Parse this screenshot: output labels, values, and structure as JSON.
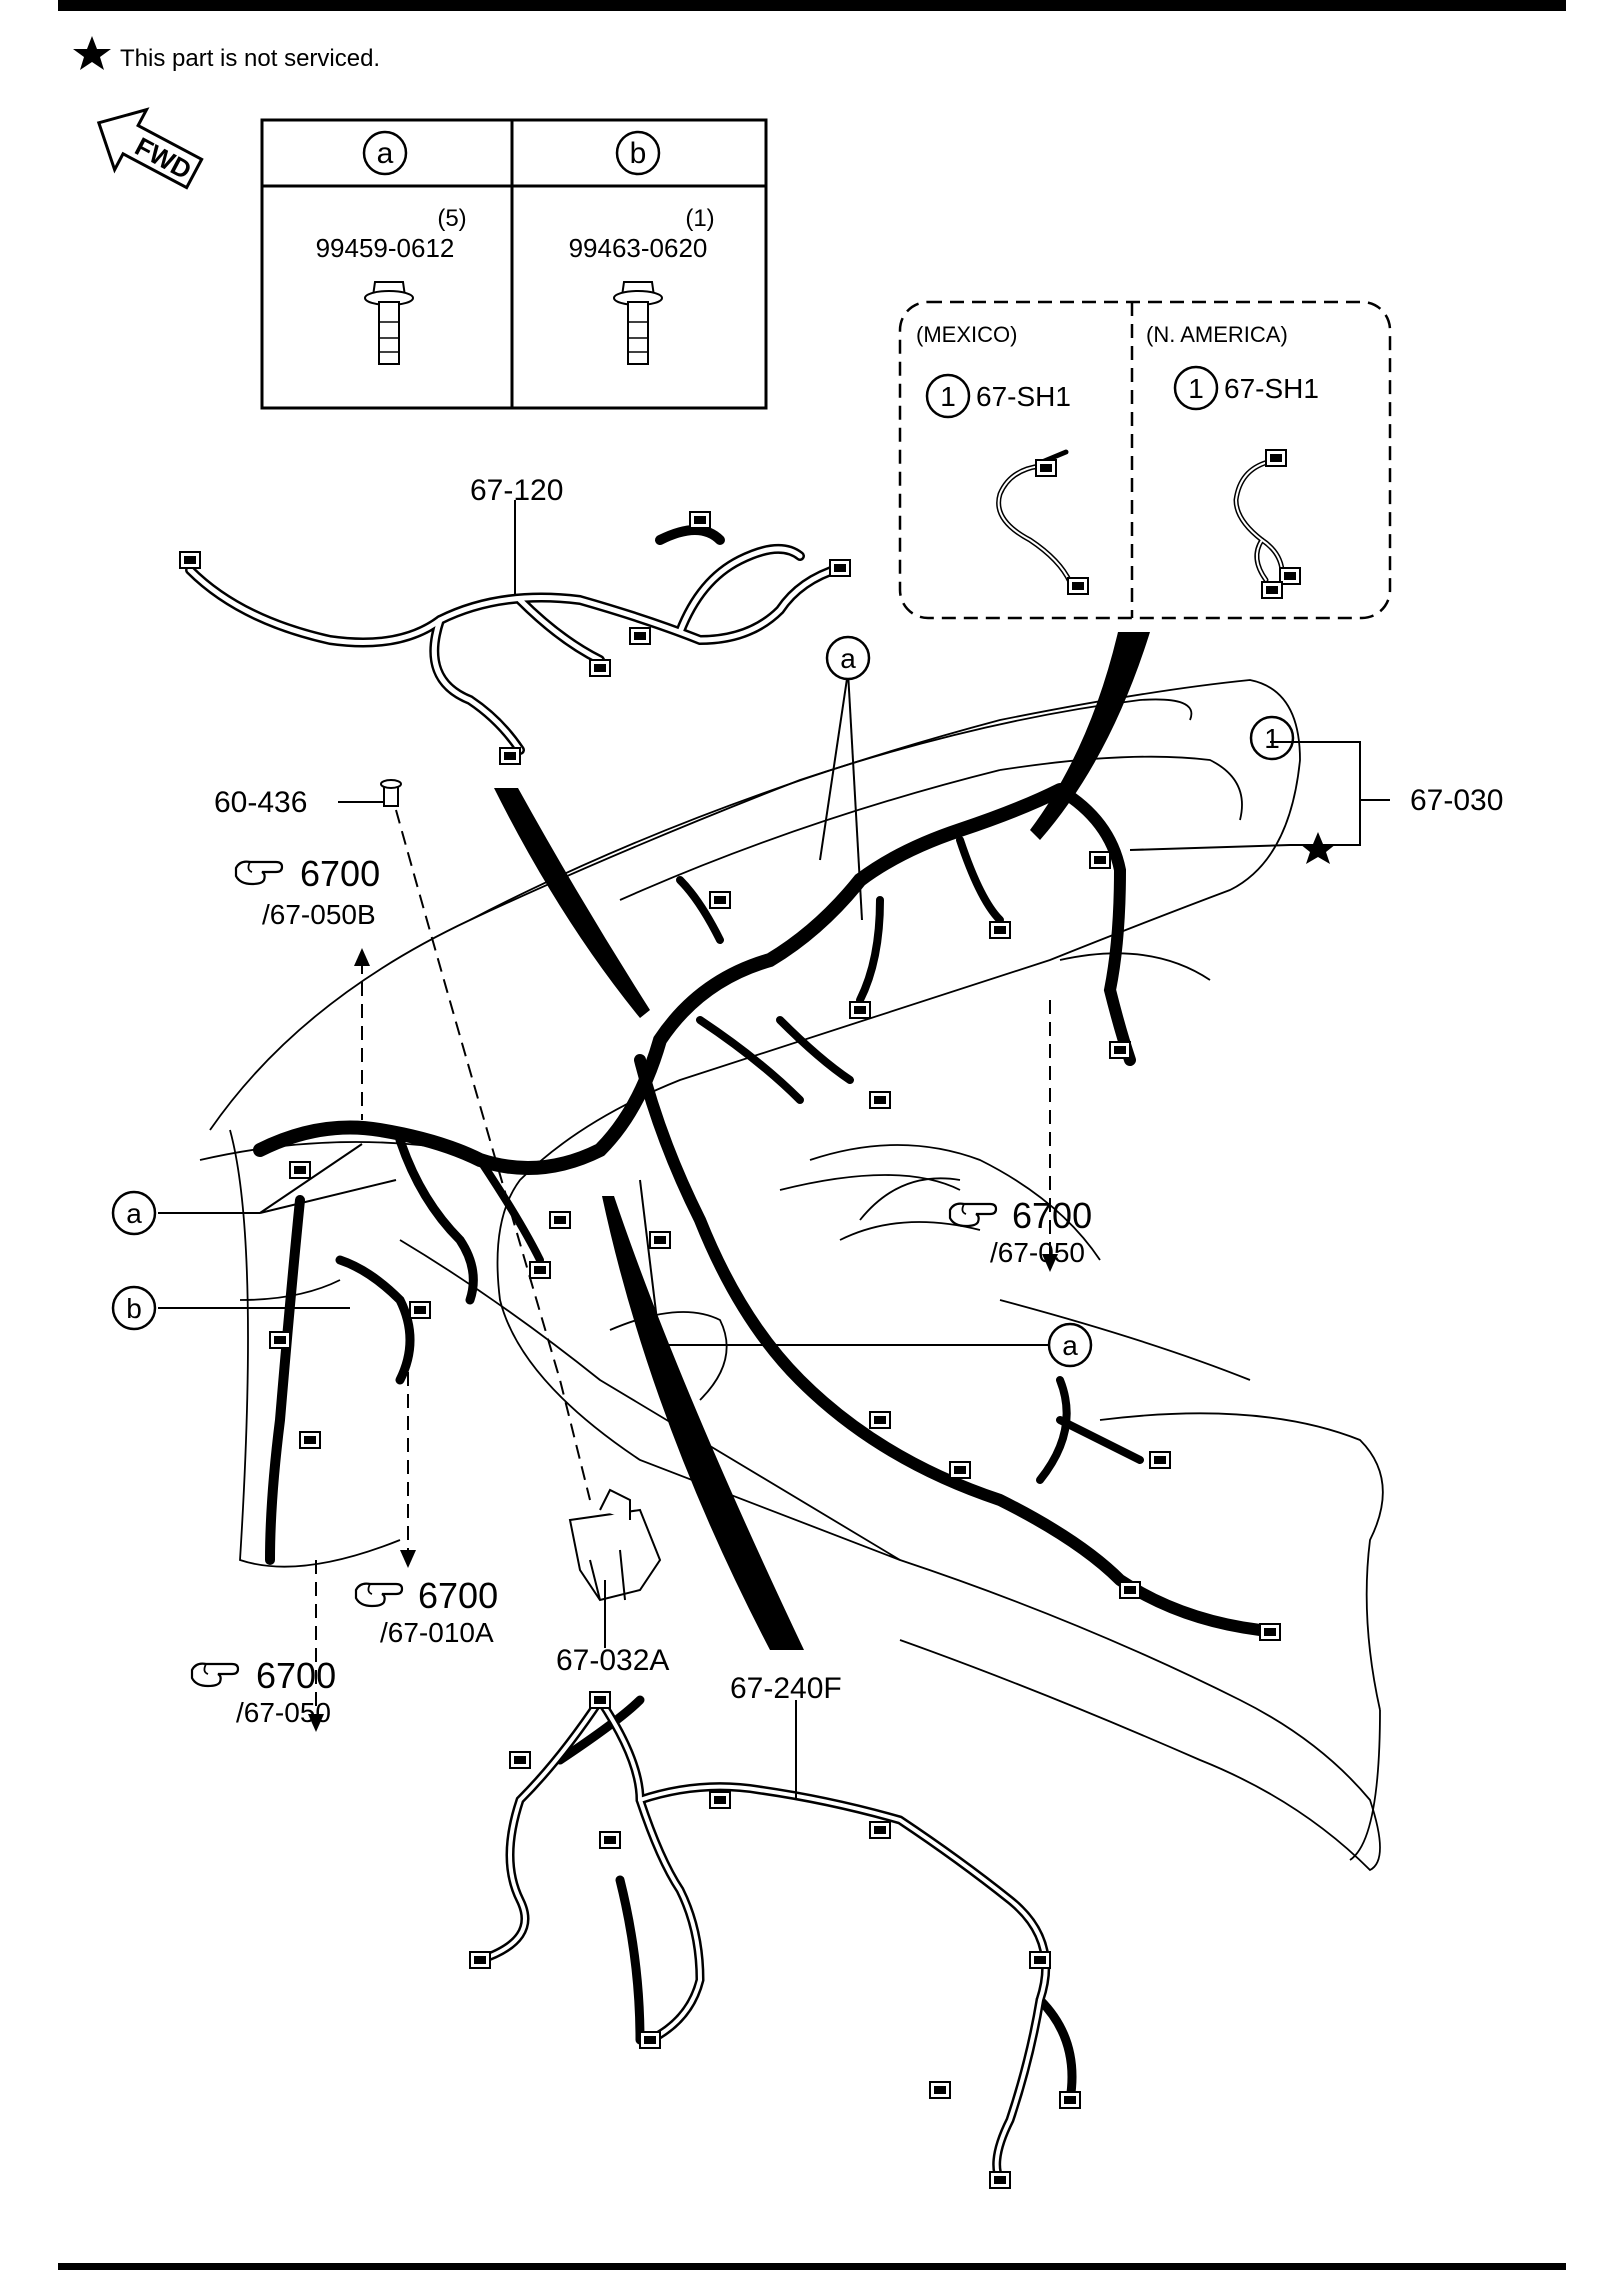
{
  "note": "This part is not serviced.",
  "fwd_label": "FWD",
  "fasteners": [
    {
      "letter": "a",
      "quantity": "(5)",
      "part_number": "99459-0612"
    },
    {
      "letter": "b",
      "quantity": "(1)",
      "part_number": "99463-0620"
    }
  ],
  "subharness_box": {
    "mexico": {
      "region": "(MEXICO)",
      "index": "1",
      "part": "67-SH1"
    },
    "north_america": {
      "region": "(N. AMERICA)",
      "index": "1",
      "part": "67-SH1"
    }
  },
  "callouts": {
    "front_harness": "67-120",
    "bolt": "60-436",
    "main_harness": "67-030",
    "main_harness_index": "1",
    "bracket": "67-032A",
    "floor_harness": "67-240F",
    "fastener_a": "a",
    "fastener_b": "b"
  },
  "references": [
    {
      "section": "6700",
      "page": "/67-050B"
    },
    {
      "section": "6700",
      "page": "/67-050"
    },
    {
      "section": "6700",
      "page": "/67-010A"
    },
    {
      "section": "6700",
      "page": "/67-050"
    }
  ],
  "icons": [
    "star-icon",
    "fwd-arrow-icon",
    "pointing-hand-icon",
    "bolt-icon"
  ]
}
